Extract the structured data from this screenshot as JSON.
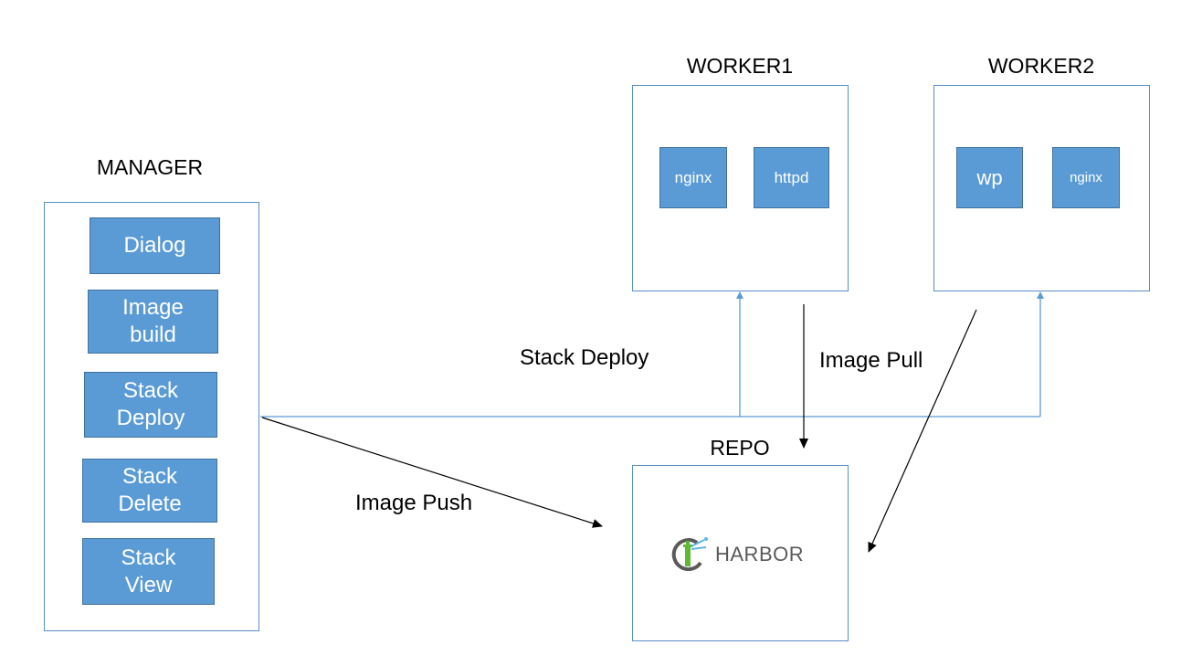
{
  "manager": {
    "title": "MANAGER",
    "buttons": [
      {
        "line1": "Dialog",
        "line2": ""
      },
      {
        "line1": "Image",
        "line2": "build"
      },
      {
        "line1": "Stack",
        "line2": "Deploy"
      },
      {
        "line1": "Stack",
        "line2": "Delete"
      },
      {
        "line1": "Stack",
        "line2": "View"
      }
    ]
  },
  "worker1": {
    "title": "WORKER1",
    "services": [
      "nginx",
      "httpd"
    ]
  },
  "worker2": {
    "title": "WORKER2",
    "services": [
      "wp",
      "nginx"
    ]
  },
  "repo": {
    "title": "REPO",
    "logo_text": "HARBOR"
  },
  "edges": {
    "stack_deploy": "Stack Deploy",
    "image_pull": "Image Pull",
    "image_push": "Image Push"
  },
  "colors": {
    "box_fill": "#5b9bd5",
    "box_border": "#41719c",
    "container_border": "#5b8fc7",
    "connector": "#5b9bd5",
    "arrow": "#000000",
    "harbor_green": "#60b932",
    "harbor_gray": "#5a5a5a"
  },
  "icons": [
    "harbor-logo-icon"
  ]
}
